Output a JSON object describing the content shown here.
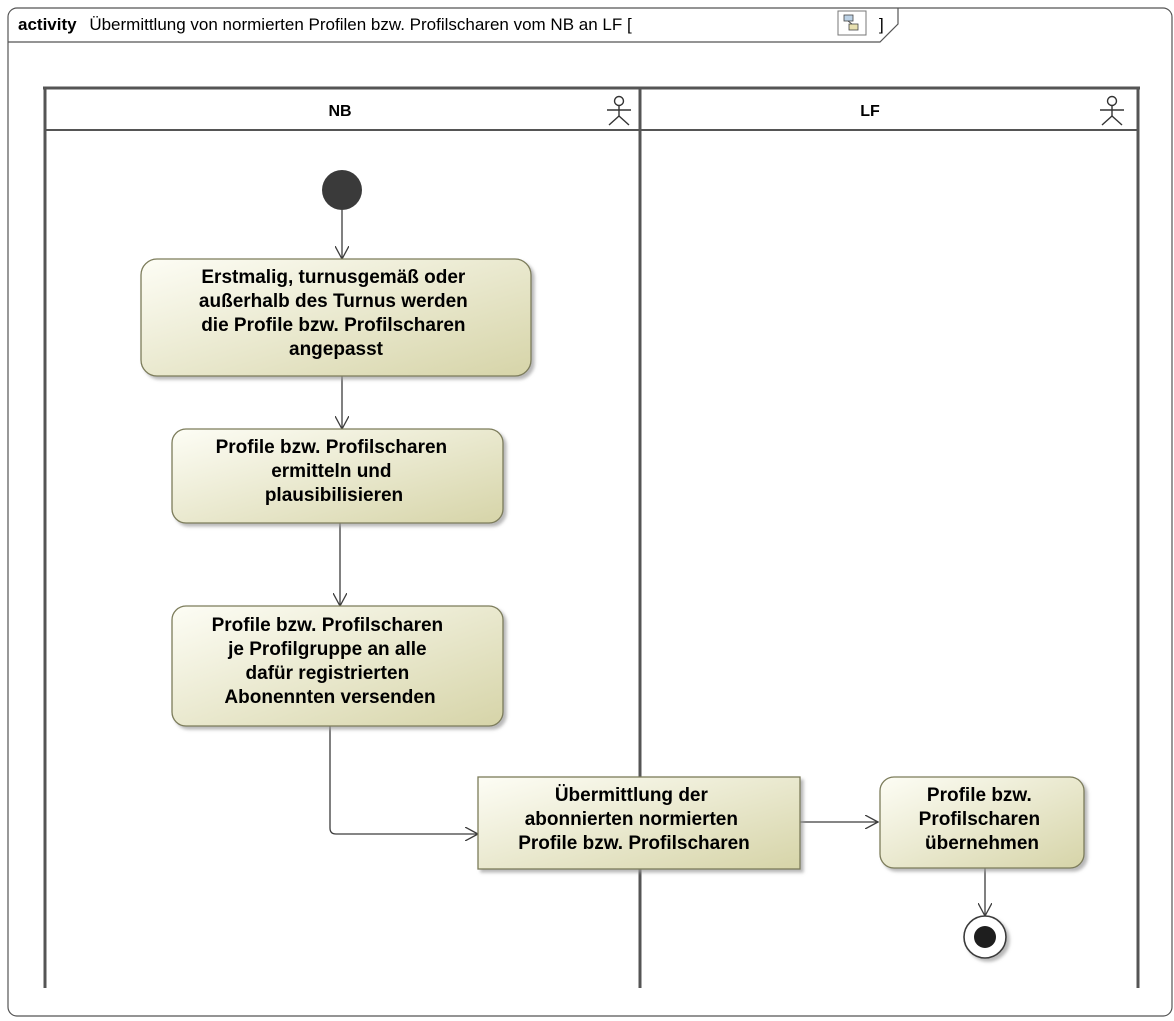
{
  "frame": {
    "keyword": "activity",
    "title": "Übermittlung von normierten Profilen bzw. Profilscharen vom NB an LF [",
    "title_end": "]",
    "icon": "diagram-icon"
  },
  "lanes": [
    {
      "label": "NB",
      "icon": "actor-icon"
    },
    {
      "label": "LF",
      "icon": "actor-icon"
    }
  ],
  "actions": {
    "a1": [
      "Erstmalig, turnusgemäß oder",
      "außerhalb des Turnus werden",
      "die Profile bzw. Profilscharen",
      "angepasst"
    ],
    "a2": [
      "Profile bzw. Profilscharen",
      "ermitteln und",
      "plausibilisieren"
    ],
    "a3": [
      "Profile bzw. Profilscharen",
      "je Profilgruppe an alle",
      "dafür registrierten",
      "Abonennten versenden"
    ],
    "a4": [
      "Übermittlung der",
      "abonnierten normierten",
      "Profile bzw. Profilscharen"
    ],
    "a5": [
      "Profile bzw.",
      "Profilscharen",
      "übernehmen"
    ]
  },
  "colors": {
    "action_fill_light": "#fbfbf2",
    "action_fill_dark": "#d8d7ad",
    "action_stroke": "#7b7b5a",
    "line": "#3c3c3c"
  }
}
